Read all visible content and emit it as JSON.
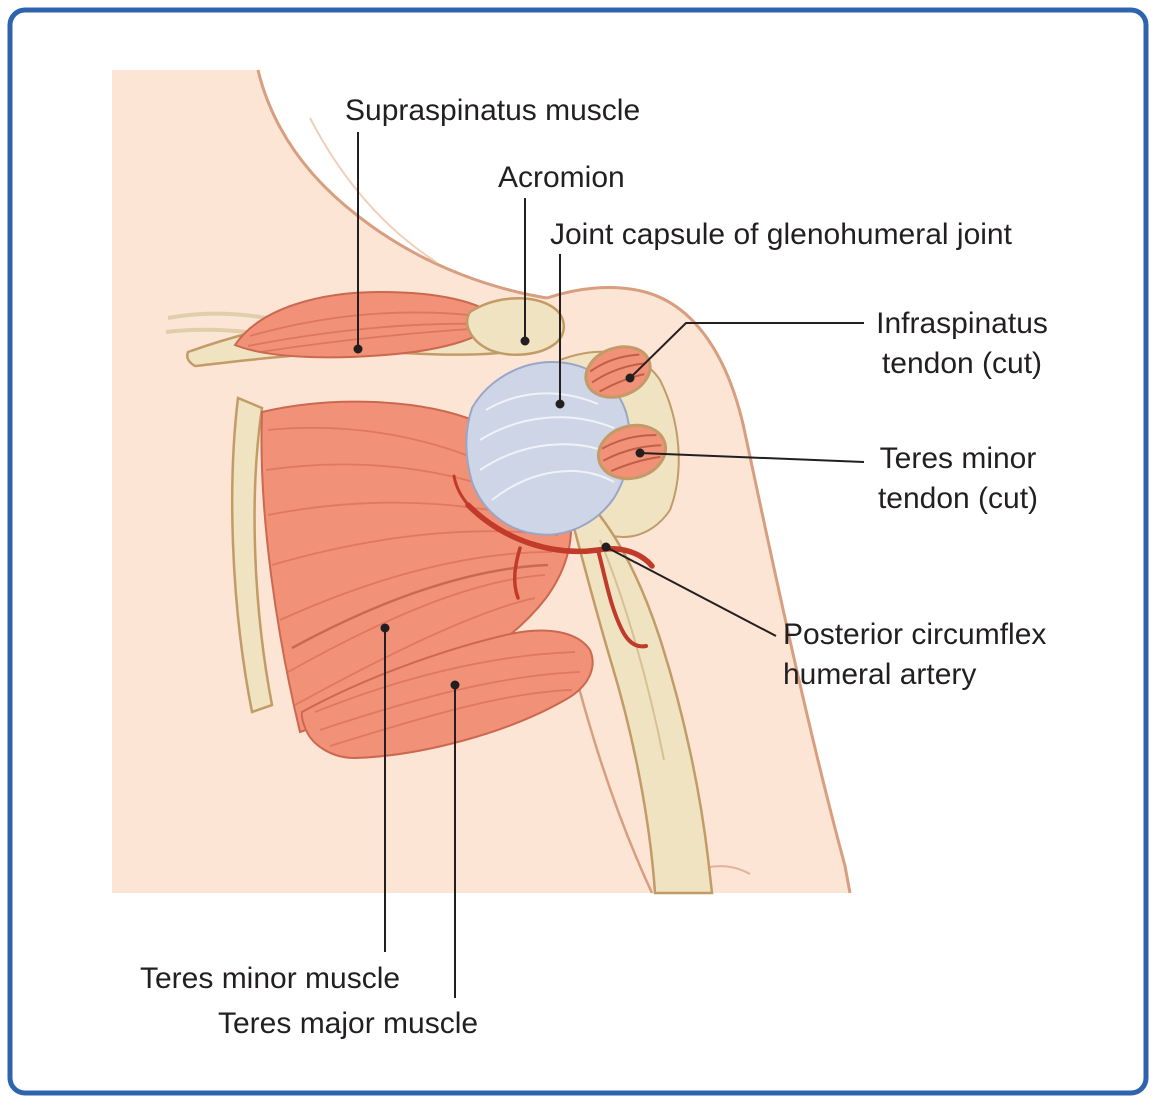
{
  "figure": {
    "type": "anatomical-diagram",
    "labels": {
      "supraspinatus_muscle": "Supraspinatus muscle",
      "acromion": "Acromion",
      "joint_capsule": "Joint capsule of glenohumeral joint",
      "infraspinatus_tendon_1": "Infraspinatus",
      "infraspinatus_tendon_2": "tendon (cut)",
      "teres_minor_tendon_1": "Teres minor",
      "teres_minor_tendon_2": "tendon (cut)",
      "posterior_circumflex_1": "Posterior circumflex",
      "posterior_circumflex_2": "humeral artery",
      "teres_minor_muscle": "Teres minor muscle",
      "teres_major_muscle": "Teres major muscle"
    },
    "colors": {
      "frame_border": "#2d64ad",
      "skin": "#fce5d5",
      "skin_outline": "#d79e80",
      "bone": "#f0e3c2",
      "bone_outline": "#c29b66",
      "muscle": "#f09178",
      "muscle_shadow": "#cd6850",
      "joint_capsule": "#cdd5e7",
      "artery": "#c13a2a",
      "label_text": "#231f20"
    }
  }
}
